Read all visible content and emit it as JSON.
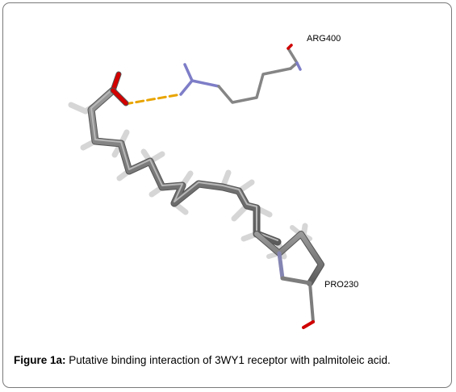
{
  "figure": {
    "labels": {
      "arg": "ARG400",
      "pro": "PRO230"
    },
    "caption": {
      "bold": "Figure 1a:",
      "text": " Putative binding interaction of 3WY1 receptor with  palmitoleic acid."
    },
    "colors": {
      "carbon": "#6f6f6f",
      "hydrogen": "#dcdcdc",
      "oxygen": "#e00000",
      "nitrogen": "#7d7dc8",
      "hbond": "#e8a400",
      "border": "#7a7a7a"
    }
  }
}
